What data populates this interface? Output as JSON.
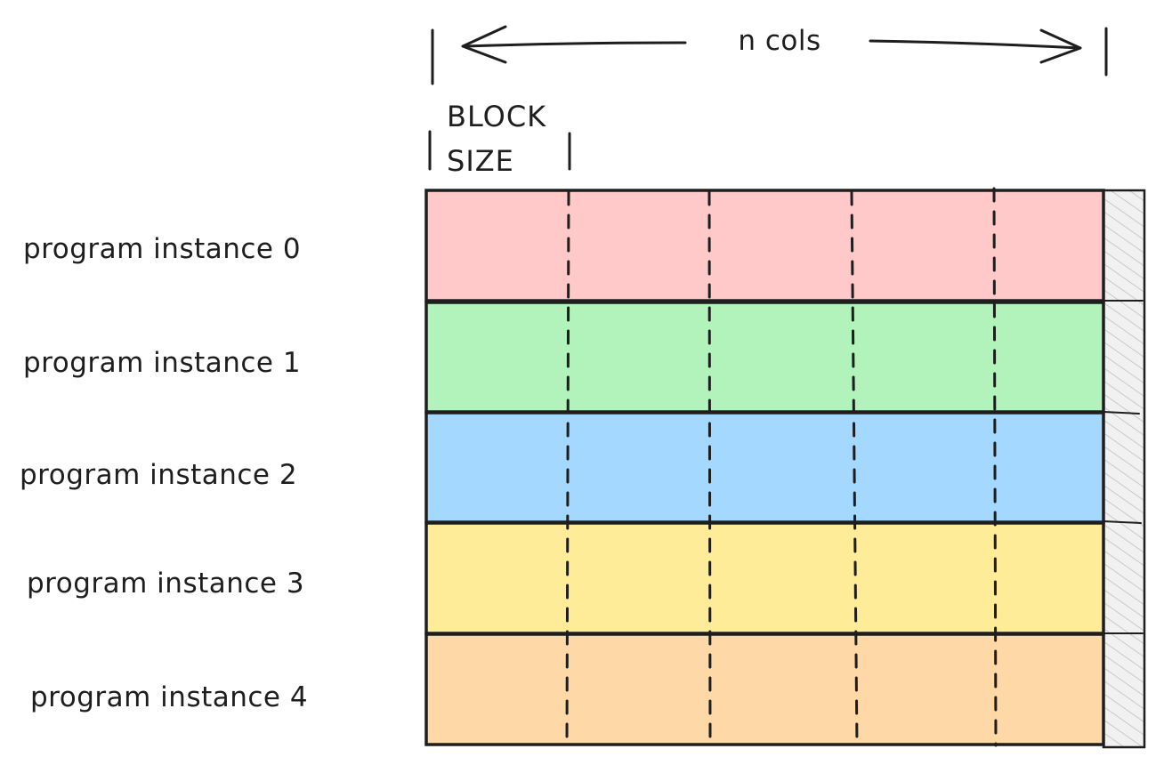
{
  "top_label": "n cols",
  "block_label_line1": "BLOCK",
  "block_label_line2": "SIZE",
  "rows": [
    {
      "label": "program instance 0",
      "color": "#ffc9c9"
    },
    {
      "label": "program instance 1",
      "color": "#b2f2bb"
    },
    {
      "label": "program instance 2",
      "color": "#a5d8ff"
    },
    {
      "label": "program instance 3",
      "color": "#ffec99"
    },
    {
      "label": "program instance 4",
      "color": "#ffd8a8"
    }
  ],
  "blocks_per_row": 5,
  "colors": {
    "stroke": "#1e1e1e",
    "padding_hatch": "#c9c9c9",
    "padding_bg": "#f1f1f1"
  }
}
